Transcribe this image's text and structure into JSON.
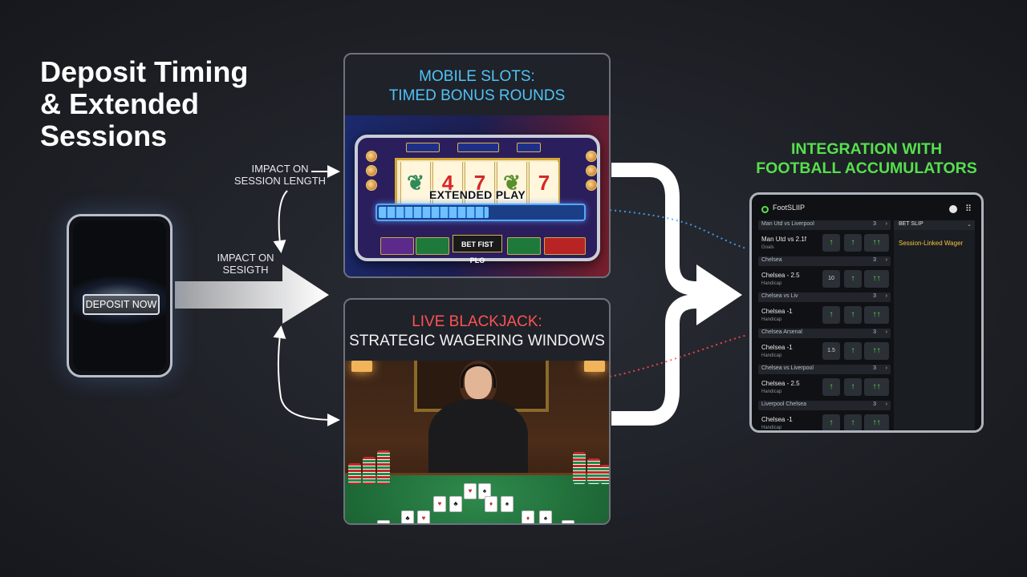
{
  "page": {
    "title_lines": [
      "Deposit Timing",
      "& Extended",
      "Sessions"
    ]
  },
  "phone": {
    "deposit_button": "DEPOSIT NOW"
  },
  "labels": {
    "impact_session_length": [
      "IMPACT ON",
      "SESSION LENGTH"
    ],
    "impact_sesigth": [
      "IMPACT ON",
      "SESIGTH"
    ]
  },
  "slots": {
    "title_1": "MOBILE SLOTS:",
    "title_2": "TIMED BONUS ROUNDS",
    "extended_label": "EXTENDED PLAY",
    "progress": 0.54,
    "bet_button": "BET FIST PLO",
    "reel_symbols": [
      "❦",
      "4",
      "7",
      "❦",
      "7"
    ]
  },
  "blackjack": {
    "title_1": "LIVE BLACKJACK:",
    "title_2": "STRATEGIC WAGERING WINDOWS"
  },
  "football": {
    "title_1": "INTEGRATION WITH",
    "title_2": "FOOTBALL ACCUMULATORS",
    "app_name": "FootSLIIP",
    "betslip_title": "BET SLIP",
    "betslip_wager": "Session-Linked Wager",
    "rows": [
      {
        "kind": "header",
        "label": "Man Utd vs Liverpool",
        "count": "3"
      },
      {
        "kind": "match",
        "name": "Man Utd vs 2.1f",
        "sub": "Goals",
        "odds": [
          "↑",
          "↑",
          "↑↑"
        ]
      },
      {
        "kind": "header",
        "label": "Chelsea",
        "count": "3"
      },
      {
        "kind": "match",
        "name": "Chelsea - 2.5",
        "sub": "Handicap",
        "odds": [
          "10",
          "↑",
          "↑↑"
        ]
      },
      {
        "kind": "header",
        "label": "Chelsea vs Liv",
        "count": "3"
      },
      {
        "kind": "match",
        "name": "Chelsea -1",
        "sub": "Handicap",
        "odds": [
          "↑",
          "↑",
          "↑↑"
        ]
      },
      {
        "kind": "header",
        "label": "Chelsea Arsenal",
        "count": "3"
      },
      {
        "kind": "match",
        "name": "Chelsea -1",
        "sub": "Handicap",
        "odds": [
          "1.5",
          "↑",
          "↑↑"
        ]
      },
      {
        "kind": "header",
        "label": "Chelsea vs Liverpool",
        "count": "3"
      },
      {
        "kind": "match",
        "name": "Chelsea - 2.5",
        "sub": "Handicap",
        "odds": [
          "↑",
          "↑",
          "↑↑"
        ]
      },
      {
        "kind": "header",
        "label": "Liverpool Chelsea",
        "count": "3"
      },
      {
        "kind": "match",
        "name": "Chelsea -1",
        "sub": "Handicap",
        "odds": [
          "↑",
          "↑",
          "↑↑"
        ]
      }
    ]
  },
  "colors": {
    "slots_title": "#4fc3f7",
    "blackjack_title": "#ff5252",
    "football_title": "#56e04c",
    "wager": "#f4c542"
  }
}
